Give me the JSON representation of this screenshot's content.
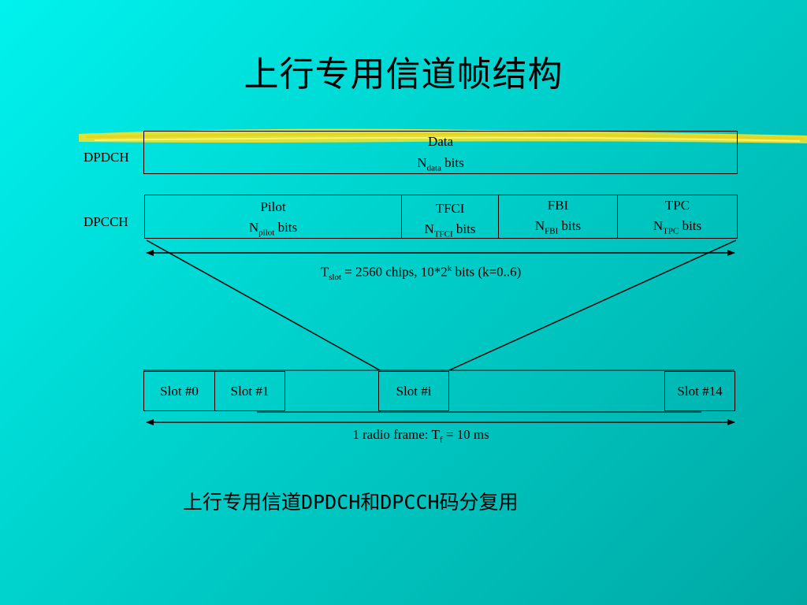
{
  "title": "上行专用信道帧结构",
  "dpdch": {
    "label": "DPDCH",
    "field": {
      "name": "Data",
      "bits_main": "N",
      "bits_sub": "data",
      "bits_suffix": " bits"
    }
  },
  "dpcch": {
    "label": "DPCCH",
    "fields": [
      {
        "name": "Pilot",
        "bits_main": "N",
        "bits_sub": "pilot",
        "bits_suffix": " bits"
      },
      {
        "name": "TFCI",
        "bits_main": "N",
        "bits_sub": "TFCI",
        "bits_suffix": " bits"
      },
      {
        "name": "FBI",
        "bits_main": "N",
        "bits_sub": "FBI",
        "bits_suffix": " bits"
      },
      {
        "name": "TPC",
        "bits_main": "N",
        "bits_sub": "TPC",
        "bits_suffix": " bits"
      }
    ]
  },
  "tslot": {
    "main": "T",
    "sub": "slot",
    "mid": " = 2560 chips, 10*2",
    "sup": "k",
    "end": " bits (k=0..6)"
  },
  "slots": [
    "Slot #0",
    "Slot #1",
    "Slot #i",
    "Slot #14"
  ],
  "frame": {
    "main": "1 radio frame: T",
    "sub": "f",
    "end": " = 10 ms"
  },
  "caption": "上行专用信道DPDCH和DPCCH码分复用",
  "colors": {
    "background": "#00c9c4",
    "brush": "#f2e22a",
    "line": "#000000"
  }
}
